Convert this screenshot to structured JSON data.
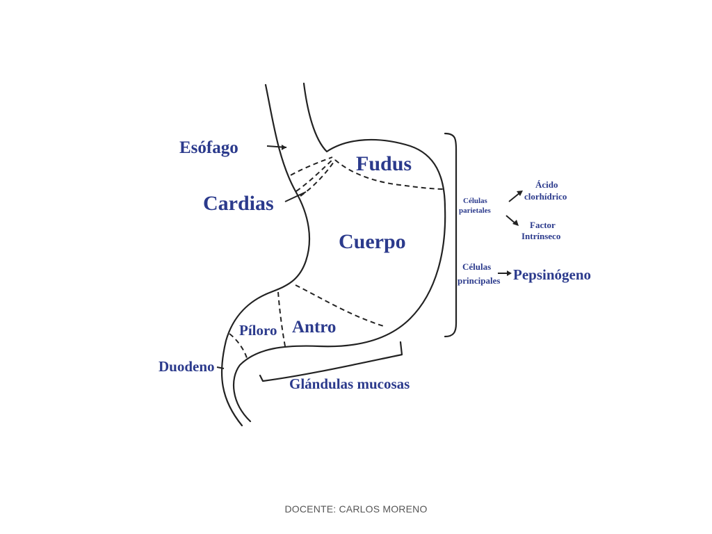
{
  "labels": {
    "esofago": "Esófago",
    "fudus": "Fudus",
    "cardias": "Cardias",
    "cuerpo": "Cuerpo",
    "piloro": "Píloro",
    "antro": "Antro",
    "duodeno": "Duodeno",
    "glandulas": "Glándulas mucosas",
    "celulas_parietales": [
      "Células",
      "parietales"
    ],
    "acido": [
      "Ácido",
      "clorhídrico"
    ],
    "factor": [
      "Factor",
      "Intrínseco"
    ],
    "celulas_principales": [
      "Células",
      "principales"
    ],
    "pepsinogeno": "Pepsinógeno"
  },
  "footer": "DOCENTE: CARLOS MORENO",
  "colors": {
    "label": "#2b3a8c",
    "line": "#222222"
  }
}
